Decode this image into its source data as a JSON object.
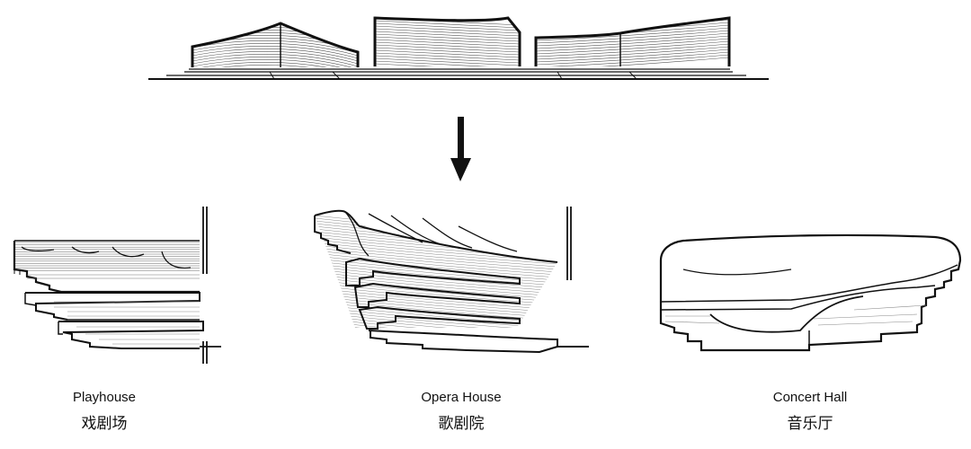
{
  "venues": [
    {
      "key": "playhouse",
      "name_en": "Playhouse",
      "name_zh": "戏剧场"
    },
    {
      "key": "opera",
      "name_en": "Opera House",
      "name_zh": "歌剧院"
    },
    {
      "key": "concert",
      "name_en": "Concert Hall",
      "name_zh": "音乐厅"
    }
  ],
  "colors": {
    "line": "#111111",
    "hatch": "#555555"
  }
}
